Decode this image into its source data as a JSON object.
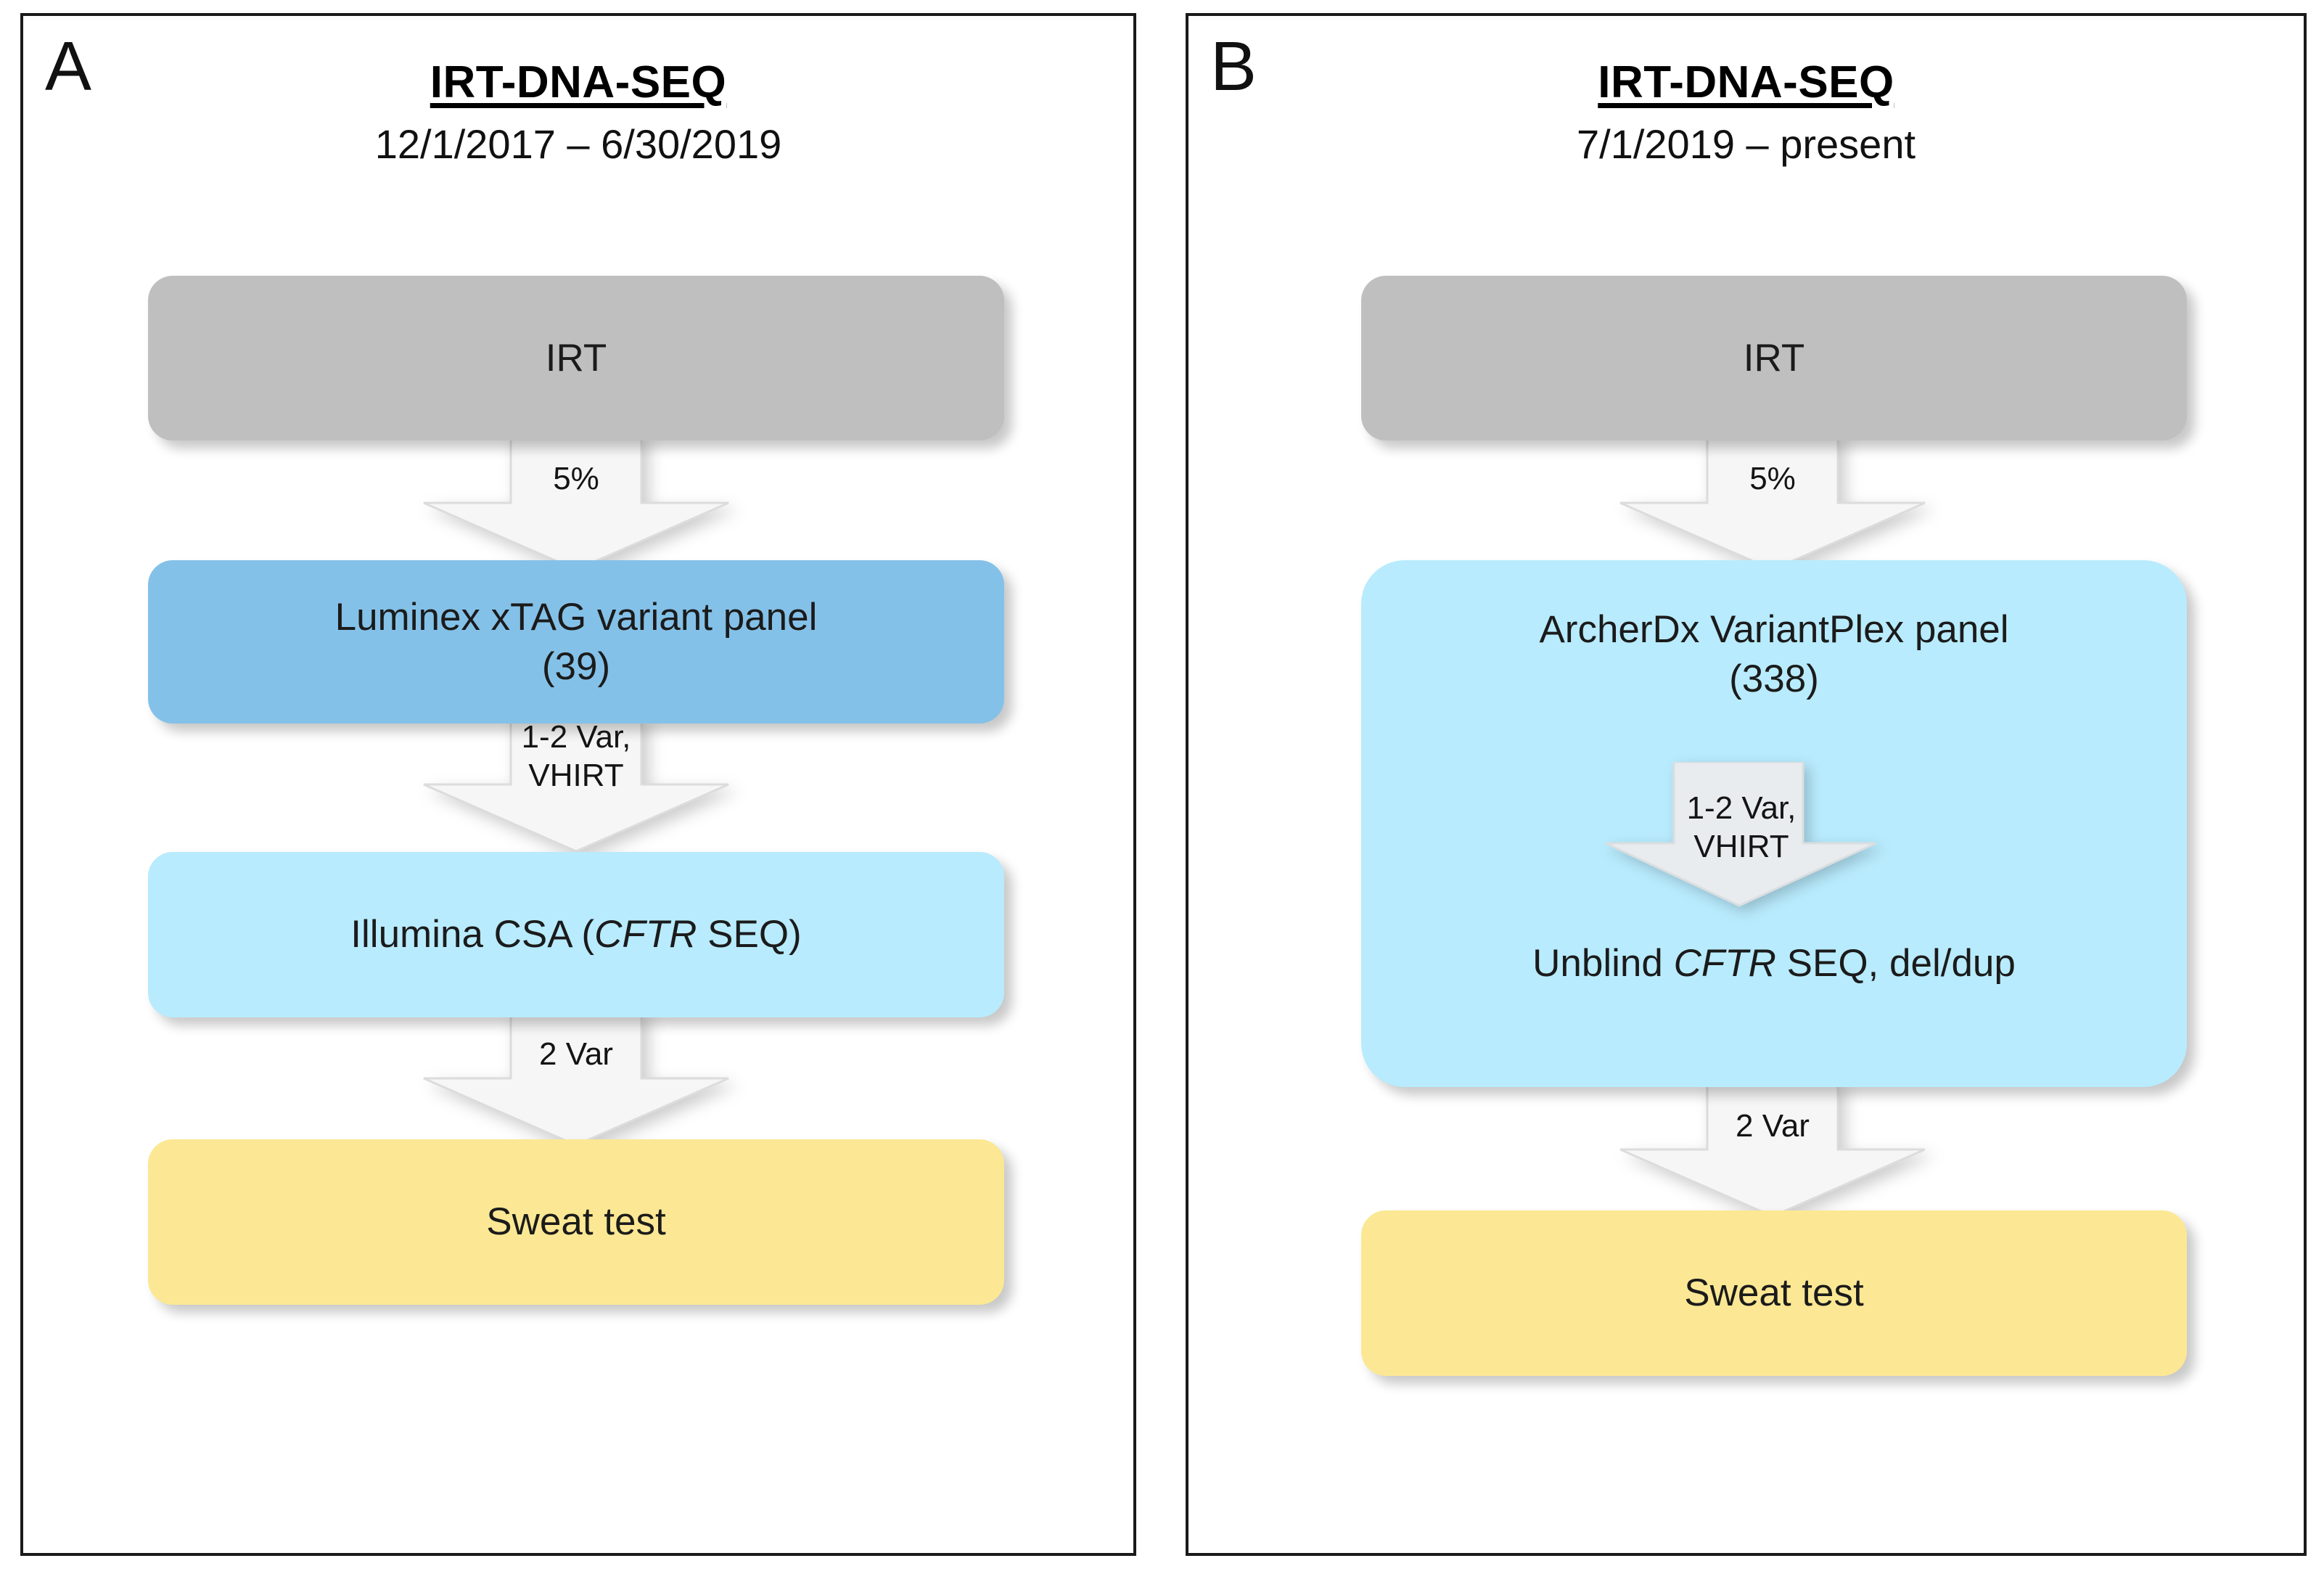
{
  "figure": {
    "panels": [
      {
        "letter": "A",
        "title": "IRT-DNA-SEQ",
        "date_range": "12/1/2017 – 6/30/2019",
        "nodes": [
          {
            "id": "irt",
            "label": "IRT",
            "color": "#bfbfbf"
          },
          {
            "id": "luminex",
            "label_line1": "Luminex xTAG variant panel",
            "label_line2": "(39)",
            "color": "#84c1e8"
          },
          {
            "id": "csa",
            "label_pre": "Illumina CSA (",
            "label_italic": "CFTR",
            "label_post": " SEQ)",
            "color": "#b8ebfd"
          },
          {
            "id": "sweat",
            "label": "Sweat test",
            "color": "#fce894"
          }
        ],
        "arrows": [
          {
            "id": "irt-to-luminex",
            "line1": "5%",
            "line2": ""
          },
          {
            "id": "luminex-to-csa",
            "line1": "1-2 Var,",
            "line2": "VHIRT"
          },
          {
            "id": "csa-to-sweat",
            "line1": "2 Var",
            "line2": ""
          }
        ]
      },
      {
        "letter": "B",
        "title": "IRT-DNA-SEQ",
        "date_range": "7/1/2019 – present",
        "nodes": [
          {
            "id": "irt",
            "label": "IRT",
            "color": "#bfbfbf"
          },
          {
            "id": "archer",
            "label_line1": "ArcherDx VariantPlex panel",
            "label_line2": "(338)",
            "color": "#b8ebfd"
          },
          {
            "id": "unblind",
            "label_pre": "Unblind ",
            "label_italic": "CFTR",
            "label_post": " SEQ, del/dup",
            "color": "#b8ebfd"
          },
          {
            "id": "sweat",
            "label": "Sweat test",
            "color": "#fce894"
          }
        ],
        "arrows": [
          {
            "id": "irt-to-archer",
            "line1": "5%",
            "line2": ""
          },
          {
            "id": "archer-to-unblind",
            "line1": "1-2 Var,",
            "line2": "VHIRT"
          },
          {
            "id": "unblind-to-sweat",
            "line1": "2 Var",
            "line2": ""
          }
        ]
      }
    ],
    "colors": {
      "gray": "#bfbfbf",
      "blue": "#84c1e8",
      "light_blue": "#b8ebfd",
      "yellow": "#fce894",
      "arrow_fill": "#f4f4f4",
      "arrow_stroke": "#d9d9d9",
      "frame": "#1a1a1a",
      "text": "#1b1b1b"
    }
  }
}
